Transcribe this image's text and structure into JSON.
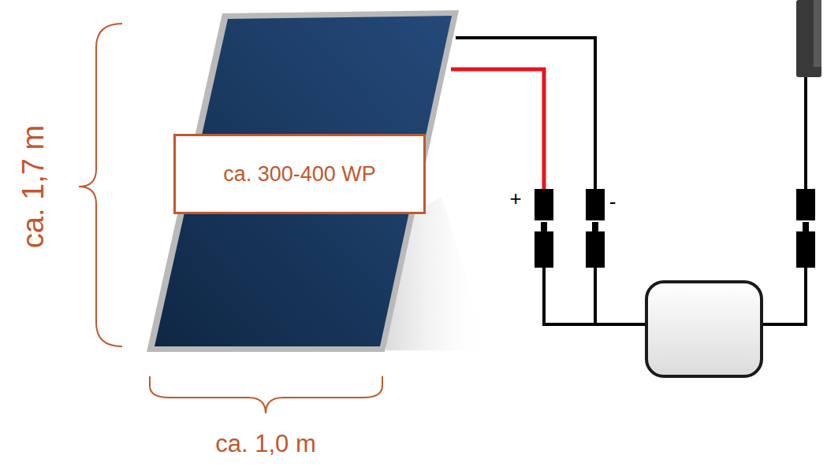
{
  "diagram": {
    "nodes": [
      {
        "text": [
          "ca. 300-400 WP"
        ]
      }
    ],
    "labels": [
      "ca. 1,7 m",
      "ca. 1,0 m",
      "+",
      "-"
    ]
  }
}
